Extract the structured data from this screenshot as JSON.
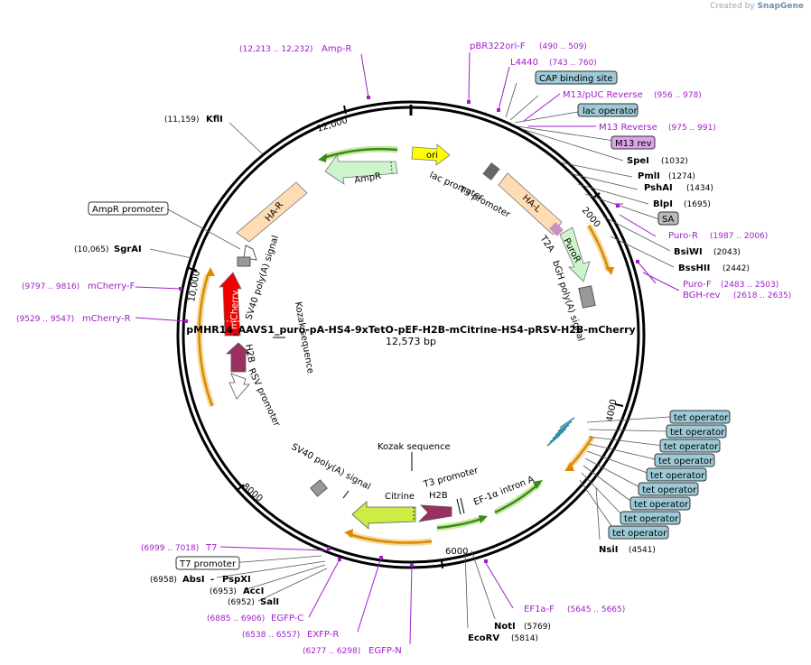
{
  "watermark": {
    "prefix": "Created by",
    "brand": "SnapGene"
  },
  "plasmid": {
    "name": "pMHR14_AAVS1_puro-pA-HS4-9xTetO-pEF-H2B-mCitrine-HS4-pRSV-H2B-mCherry",
    "length": "12,573 bp"
  },
  "ticks": [
    "2000",
    "4000",
    "6000",
    "8000",
    "10,000",
    "12,000"
  ],
  "features": {
    "ori": "ori",
    "ampr": "AmpR",
    "lac_promoter": "lac promoter",
    "t3_promoter_top": "T3 promoter",
    "hal": "HA-L",
    "t2a": "T2A",
    "puror": "PuroR",
    "bgh": "bGH poly(A) signal",
    "har": "HA-R",
    "sv40_left": "SV40 poly(A) signal",
    "mcherry": "mCherry",
    "h2b_left": "H2B",
    "rsv": "RSV promoter",
    "kozak_left": "Kozak sequence",
    "kozak_bottom": "Kozak sequence",
    "t3_bottom": "T3 promoter",
    "h2b_bottom": "H2B",
    "ef1a": "EF-1α intron A",
    "citrine": "Citrine",
    "sv40_bottom": "SV40 poly(A) signal"
  },
  "right_labels": {
    "pbr322": {
      "name": "pBR322ori-F",
      "range": "(490 .. 509)"
    },
    "l4440": {
      "name": "L4440",
      "range": "(743 .. 760)"
    },
    "cap": "CAP binding site",
    "m13puc": {
      "name": "M13/pUC Reverse",
      "range": "(956 .. 978)"
    },
    "lacop": "lac operator",
    "m13rev": {
      "name": "M13 Reverse",
      "range": "(975 .. 991)"
    },
    "m13revbox": "M13 rev",
    "spei": {
      "name": "SpeI",
      "pos": "(1032)"
    },
    "pmli": {
      "name": "PmlI",
      "pos": "(1274)"
    },
    "pshai": {
      "name": "PshAI",
      "pos": "(1434)"
    },
    "blpi": {
      "name": "BlpI",
      "pos": "(1695)"
    },
    "sa": "SA",
    "puror_primer": {
      "name": "Puro-R",
      "range": "(1987 .. 2006)"
    },
    "bsiwi": {
      "name": "BsiWI",
      "pos": "(2043)"
    },
    "bsshii": {
      "name": "BssHII",
      "pos": "(2442)"
    },
    "purof": {
      "name": "Puro-F",
      "range": "(2483 .. 2503)"
    },
    "bghrev": {
      "name": "BGH-rev",
      "range": "(2618 .. 2635)"
    },
    "tet_operators": [
      "tet operator",
      "tet operator",
      "tet operator",
      "tet operator",
      "tet operator",
      "tet operator",
      "tet operator",
      "tet operator",
      "tet operator"
    ],
    "nsii": {
      "name": "NsiI",
      "pos": "(4541)"
    }
  },
  "bottom_labels": {
    "ef1af": {
      "name": "EF1a-F",
      "range": "(5645 .. 5665)"
    },
    "noti": {
      "name": "NotI",
      "pos": "(5769)"
    },
    "ecorv": {
      "name": "EcoRV",
      "pos": "(5814)"
    },
    "egfpn": {
      "name": "EGFP-N",
      "range": "(6277 .. 6298)"
    },
    "exfpr": {
      "name": "EXFP-R",
      "range": "(6538 .. 6557)"
    },
    "egfpc": {
      "name": "EGFP-C",
      "range": "(6885 .. 6906)"
    }
  },
  "left_labels": {
    "ampr_primer": {
      "name": "Amp-R",
      "range": "(12,213 .. 12,232)"
    },
    "kfli": {
      "name": "KflI",
      "pos": "(11,159)"
    },
    "ampr_promoter": "AmpR promoter",
    "sgrai": {
      "name": "SgrAI",
      "pos": "(10,065)"
    },
    "mcherryf": {
      "name": "mCherry-F",
      "range": "(9797 .. 9816)"
    },
    "mcherryr": {
      "name": "mCherry-R",
      "range": "(9529 .. 9547)"
    },
    "t7": {
      "name": "T7",
      "range": "(6999 .. 7018)"
    },
    "t7promoter": "T7 promoter",
    "absi": {
      "name": "AbsI",
      "extra": "PspXI",
      "pos": "(6958)"
    },
    "acci": {
      "name": "AccI",
      "pos": "(6953)"
    },
    "sali": {
      "name": "SalI",
      "pos": "(6952)"
    }
  },
  "colors": {
    "ori": "#ffff00",
    "ampr": "#ccf5cc",
    "hal": "#ffdcb4",
    "puror": "#ccf5cc",
    "mcherry": "#ee0000",
    "h2b": "#9b2f62",
    "citrine": "#ccee44",
    "polyA": "#999999",
    "primer": "#a020c8",
    "box": "#9ccad6"
  }
}
